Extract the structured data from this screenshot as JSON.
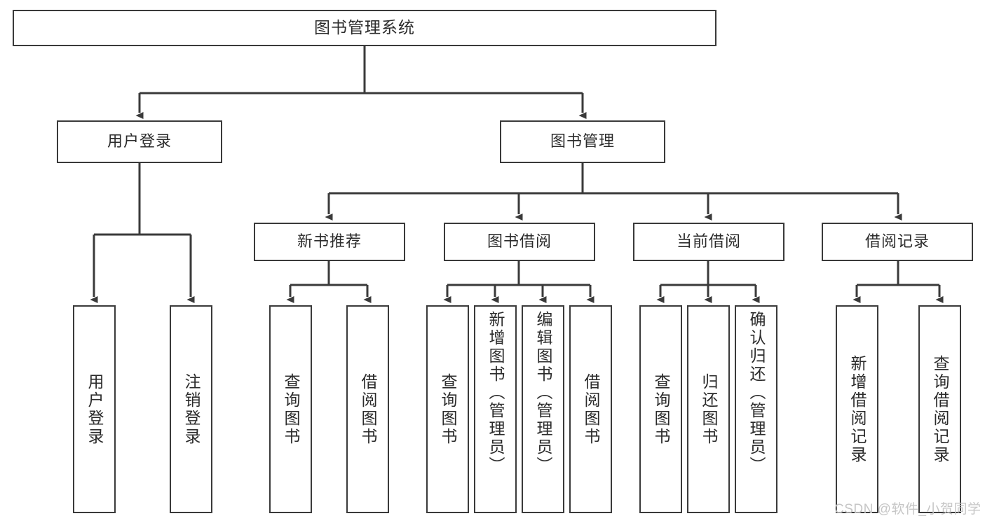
{
  "diagram": {
    "type": "tree",
    "title": "图书管理系统",
    "style": {
      "border_color": "#3a3a3a",
      "text_color": "#2b2b2b",
      "background": "#ffffff",
      "line_color": "#3a3a3a",
      "watermark_color": "#c6c6c6"
    },
    "levels": [
      {
        "level": 1,
        "nodes": [
          {
            "id": "root",
            "label": "图书管理系统",
            "orientation": "horizontal"
          }
        ]
      },
      {
        "level": 2,
        "nodes": [
          {
            "id": "user-login",
            "label": "用户登录",
            "orientation": "horizontal",
            "parent": "root"
          },
          {
            "id": "book-manage",
            "label": "图书管理",
            "orientation": "horizontal",
            "parent": "root"
          }
        ]
      },
      {
        "level": 3,
        "nodes": [
          {
            "id": "new-book-rec",
            "label": "新书推荐",
            "orientation": "horizontal",
            "parent": "book-manage"
          },
          {
            "id": "book-borrow",
            "label": "图书借阅",
            "orientation": "horizontal",
            "parent": "book-manage"
          },
          {
            "id": "current-borrow",
            "label": "当前借阅",
            "orientation": "horizontal",
            "parent": "book-manage"
          },
          {
            "id": "borrow-record",
            "label": "借阅记录",
            "orientation": "horizontal",
            "parent": "book-manage"
          }
        ]
      },
      {
        "level": 4,
        "nodes": [
          {
            "id": "leaf-user-login",
            "label": "用户登录",
            "orientation": "vertical",
            "parent": "user-login"
          },
          {
            "id": "leaf-logout",
            "label": "注销登录",
            "orientation": "vertical",
            "parent": "user-login"
          },
          {
            "id": "leaf-query-book-1",
            "label": "查询图书",
            "orientation": "vertical",
            "parent": "new-book-rec"
          },
          {
            "id": "leaf-borrow-book-1",
            "label": "借阅图书",
            "orientation": "vertical",
            "parent": "new-book-rec"
          },
          {
            "id": "leaf-query-book-2",
            "label": "查询图书",
            "orientation": "vertical",
            "parent": "book-borrow"
          },
          {
            "id": "leaf-add-book",
            "label": "新增图书（管理员）",
            "orientation": "vertical",
            "parent": "book-borrow"
          },
          {
            "id": "leaf-edit-book",
            "label": "编辑图书（管理员）",
            "orientation": "vertical",
            "parent": "book-borrow"
          },
          {
            "id": "leaf-borrow-book-2",
            "label": "借阅图书",
            "orientation": "vertical",
            "parent": "book-borrow"
          },
          {
            "id": "leaf-query-book-3",
            "label": "查询图书",
            "orientation": "vertical",
            "parent": "current-borrow"
          },
          {
            "id": "leaf-return-book",
            "label": "归还图书",
            "orientation": "vertical",
            "parent": "current-borrow"
          },
          {
            "id": "leaf-confirm-return",
            "label": "确认归还（管理员）",
            "orientation": "vertical",
            "parent": "current-borrow"
          },
          {
            "id": "leaf-add-record",
            "label": "新增借阅记录",
            "orientation": "vertical",
            "parent": "borrow-record"
          },
          {
            "id": "leaf-query-record",
            "label": "查询借阅记录",
            "orientation": "vertical",
            "parent": "borrow-record"
          }
        ]
      }
    ]
  },
  "watermark": {
    "text": "CSDN @软件_小贺同学"
  }
}
